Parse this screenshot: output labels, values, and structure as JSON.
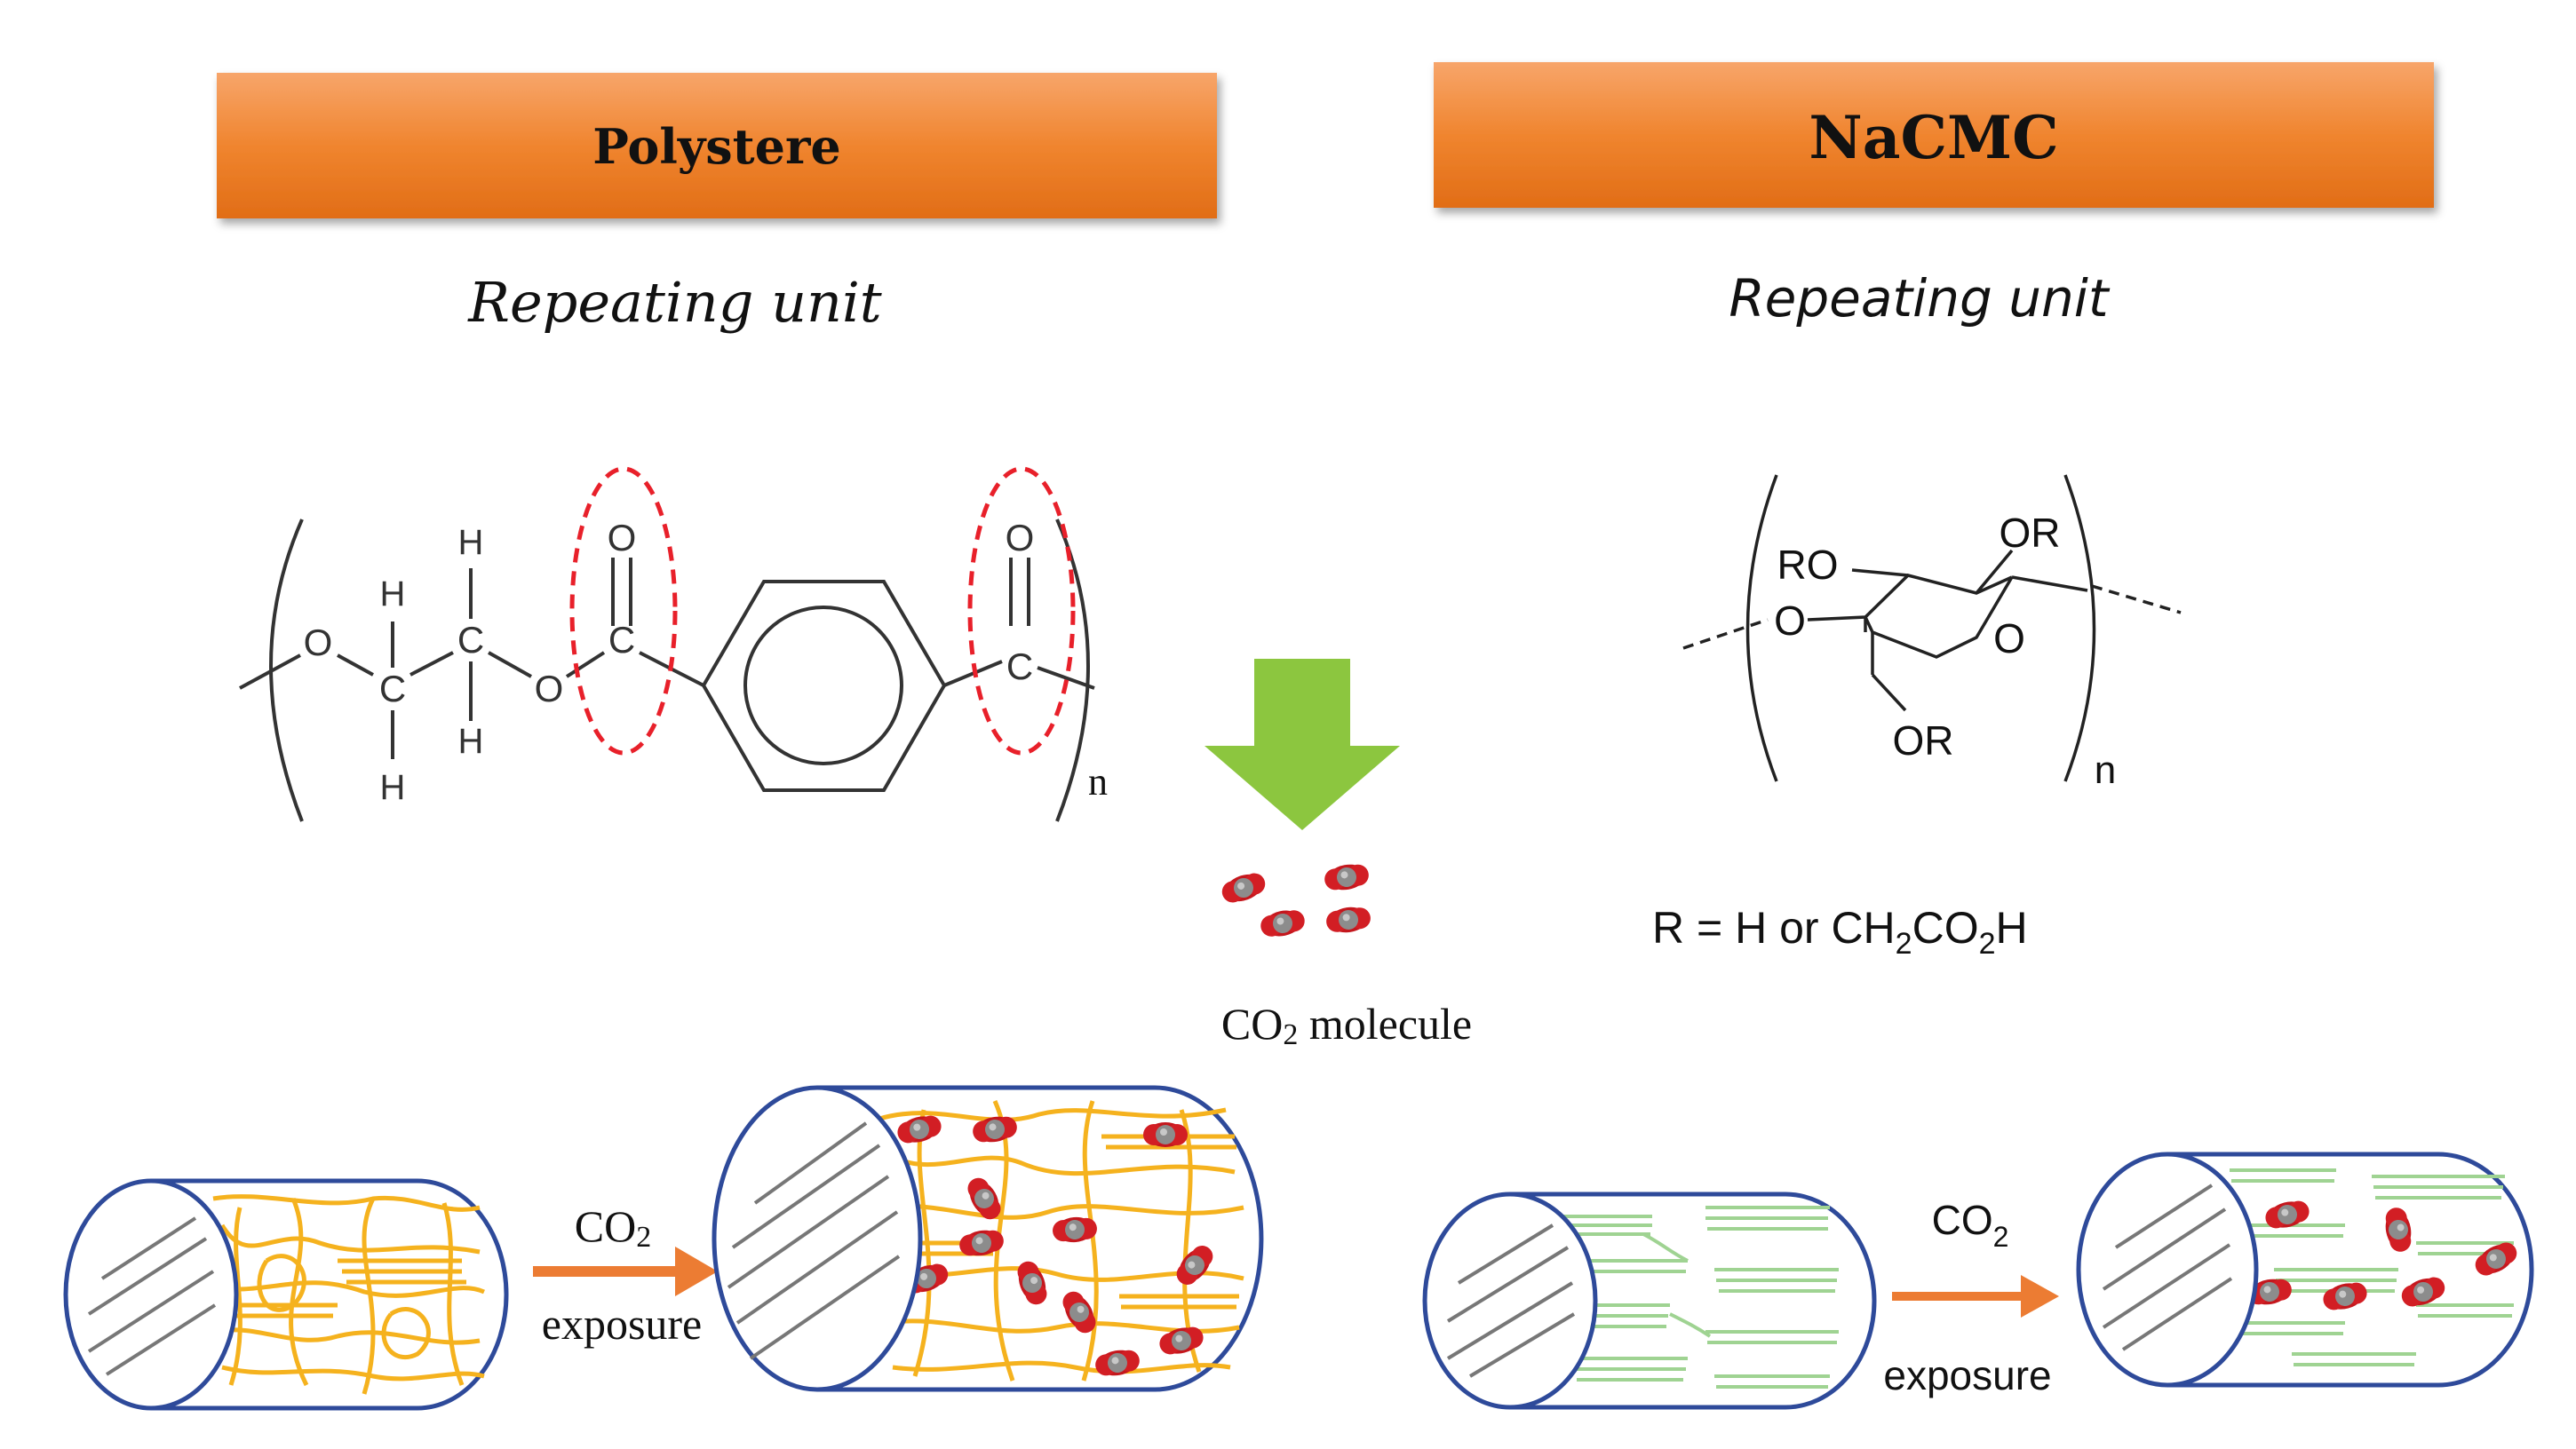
{
  "panels": [
    {
      "banner": "Polystere",
      "subtitle": "Repeating unit",
      "structure": {
        "atoms": {
          "O": "O",
          "C": "C",
          "H": "H",
          "n": "n"
        }
      },
      "highlight_color": "#e8202a",
      "exposure": {
        "label_co2": "CO",
        "label_sub": "2",
        "label_word": "exposure"
      },
      "fiber_color": "#f5b21e"
    },
    {
      "banner": "NaCMC",
      "subtitle": "Repeating unit",
      "structure": {
        "groups": {
          "or_top": "OR",
          "ro": "RO",
          "o_left": "O",
          "o_ring": "O",
          "or_bottom": "OR",
          "n": "n"
        }
      },
      "r_definition": {
        "prefix": "R = H  or  CH",
        "sub1": "2",
        "mid": "CO",
        "sub2": "2",
        "suffix": "H"
      },
      "exposure": {
        "label_co2": "CO",
        "label_sub": "2",
        "label_word": "exposure"
      },
      "fiber_color": "#9fd392"
    }
  ],
  "center": {
    "arrow_color": "#8cc63f",
    "co2_label": "CO",
    "co2_sub": "2",
    "co2_suffix": " molecule"
  },
  "colors": {
    "banner_top": "#f59a55",
    "banner_bottom": "#e8731f",
    "cylinder_outline": "#2e4a9a",
    "exposure_arrow": "#ec7c33",
    "molecule_red": "#c4171d",
    "molecule_grey": "#8a8a8a"
  }
}
